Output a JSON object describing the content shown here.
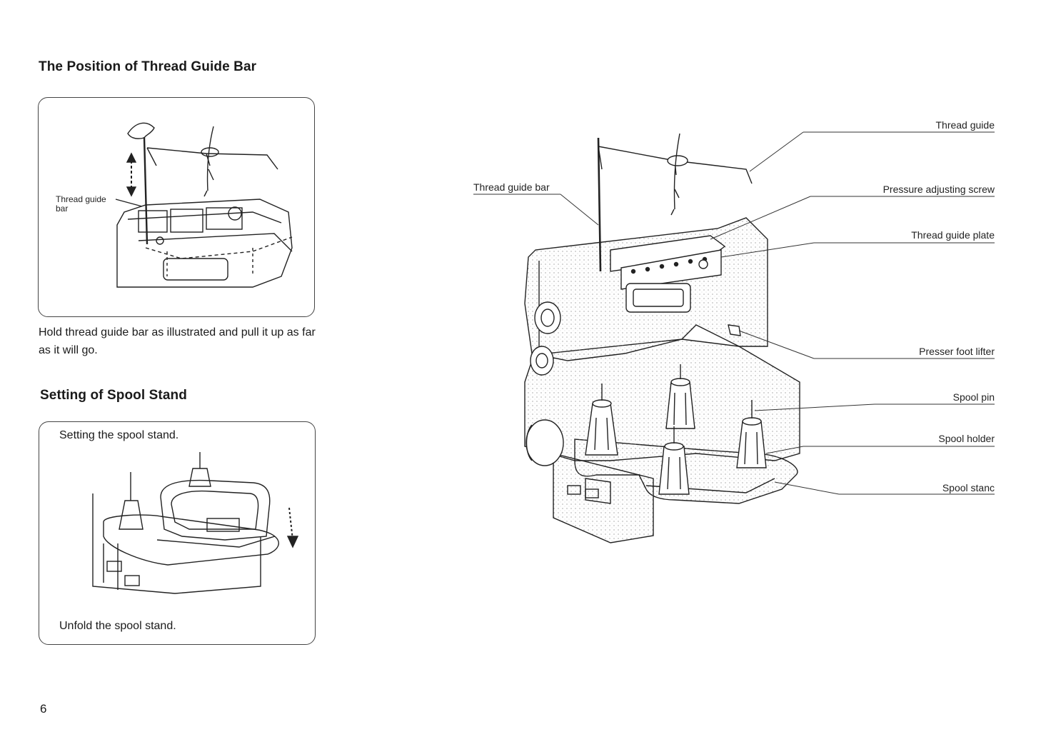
{
  "section1": {
    "heading": "The Position of Thread Guide Bar",
    "figure_label": "Thread guide bar",
    "figure_label_line1": "Thread guide",
    "figure_label_line2": "bar",
    "caption": "Hold thread guide bar as illustrated and pull it up as far as it will go."
  },
  "section2": {
    "heading": "Setting of Spool Stand",
    "top_caption": "Setting the spool stand.",
    "bottom_caption": "Unfold the spool stand."
  },
  "main_figure": {
    "callouts": {
      "thread_guide_bar": "Thread guide bar",
      "thread_guide": "Thread guide",
      "pressure_adjusting_screw": "Pressure adjusting screw",
      "thread_guide_plate": "Thread guide plate",
      "presser_foot_lifter": "Presser foot lifter",
      "spool_pin": "Spool pin",
      "spool_holder": "Spool holder",
      "spool_stand": "Spool stanc"
    }
  },
  "page_number": "6"
}
